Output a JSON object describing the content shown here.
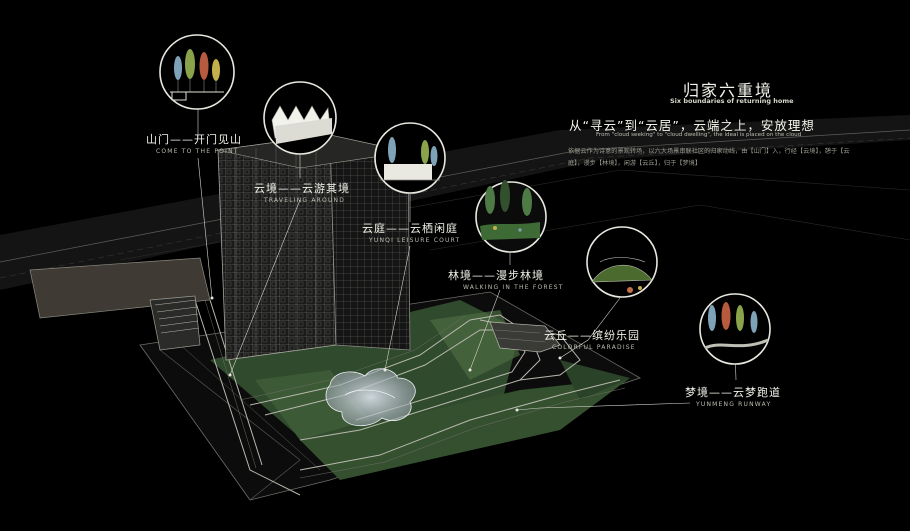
{
  "header": {
    "title_cn": "归家六重境",
    "title_en": "Six boundaries of returning home",
    "headline_cn": "从“寻云”到“云居”，云端之上，安放理想",
    "headline_en": "From \"cloud seeking\" to \"cloud dwelling\", the ideal is placed on the cloud",
    "description": "依据云作为诗意的景观转场，以六大场景串联社区的归家动线，由【山门】入，行经【云境】，憩于【云庭】，漫步【林境】，闲游【云丘】，归于【梦境】"
  },
  "scenes": [
    {
      "cn": "山门——开门见山",
      "en": "COME TO THE POINT"
    },
    {
      "cn": "云境——云游其境",
      "en": "TRAVELING AROUND"
    },
    {
      "cn": "云庭——云栖闲庭",
      "en": "YUNQI LEISURE COURT"
    },
    {
      "cn": "林境——漫步林境",
      "en": "WALKING IN THE FOREST"
    },
    {
      "cn": "云丘——缤纷乐园",
      "en": "COLORFUL PARADISE"
    },
    {
      "cn": "梦境——云梦跑道",
      "en": "YUNMENG RUNWAY"
    }
  ],
  "colors": {
    "background": "#000000",
    "lawn": "#2f4a2c",
    "lawn_light": "#4b6b40",
    "building_line": "#9a9a90",
    "label_text": "#f2f2ea",
    "tree_blue": "#7ea3b8",
    "tree_green": "#8aa34a",
    "tree_red": "#b75a3e",
    "tree_yellow": "#c4b04b"
  }
}
